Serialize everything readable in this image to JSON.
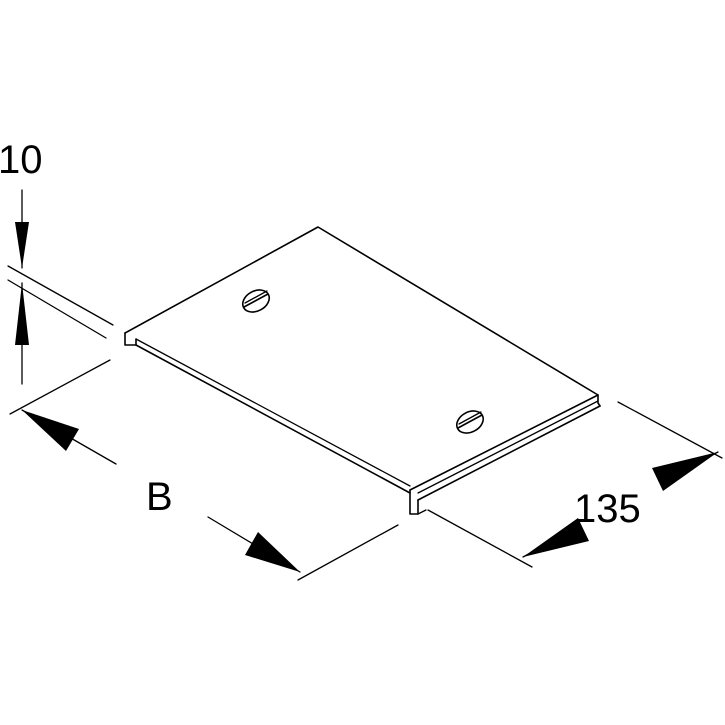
{
  "dimensions": {
    "height": "10",
    "width": "B",
    "length": "135"
  },
  "colors": {
    "line": "#000000",
    "background": "#ffffff"
  }
}
